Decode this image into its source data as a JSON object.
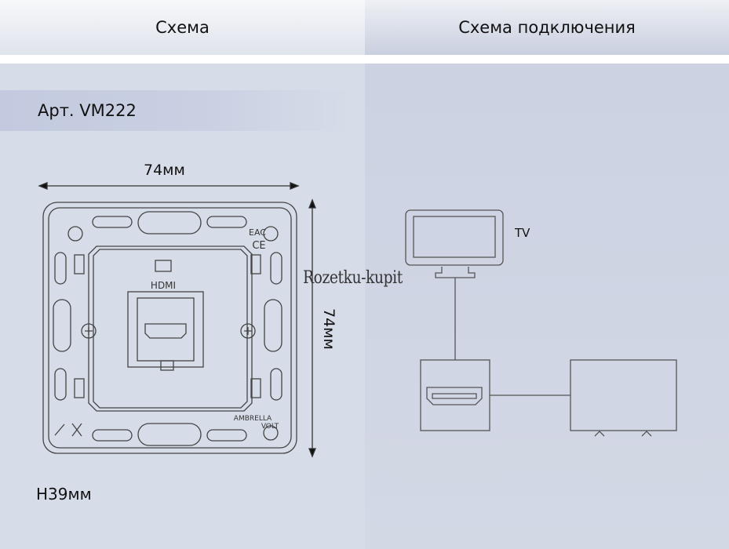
{
  "header": {
    "left_title": "Схема",
    "right_title": "Схема подключения"
  },
  "article": "Арт. VM222",
  "dimensions": {
    "width": "74мм",
    "height": "74мм",
    "depth": "H39мм"
  },
  "device": {
    "port_label": "HDMI",
    "brand_line1": "AMBRELLA",
    "brand_line2": "VOLT",
    "cert_marks": [
      "EAC",
      "CE"
    ]
  },
  "watermark": "Rozetku-kupit",
  "connection": {
    "tv_label": "TV"
  }
}
